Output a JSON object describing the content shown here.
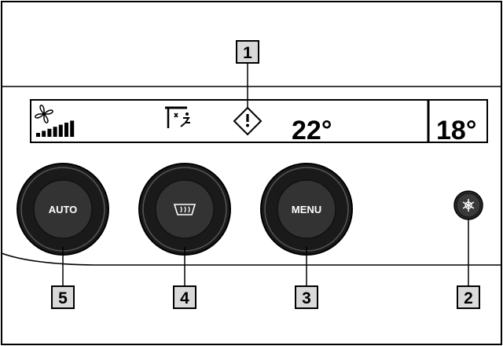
{
  "display": {
    "zone_temp": "22°",
    "outside_temp": "18°",
    "fan_icon": "fan-icon",
    "fan_level_bars": 7,
    "airflow_icon": "air-distribution-icon",
    "warning_icon": "warning-diamond-icon"
  },
  "controls": {
    "auto_label": "AUTO",
    "defrost_icon": "windshield-defrost-icon",
    "menu_label": "MENU",
    "ac_icon": "snowflake-icon"
  },
  "callouts": {
    "c1": "1",
    "c2": "2",
    "c3": "3",
    "c4": "4",
    "c5": "5"
  },
  "colors": {
    "outline": "#000000",
    "callout_box": "#d9d9d9",
    "knob_outer": "#1a1a1a",
    "knob_inner": "#333333",
    "background": "#ffffff"
  }
}
